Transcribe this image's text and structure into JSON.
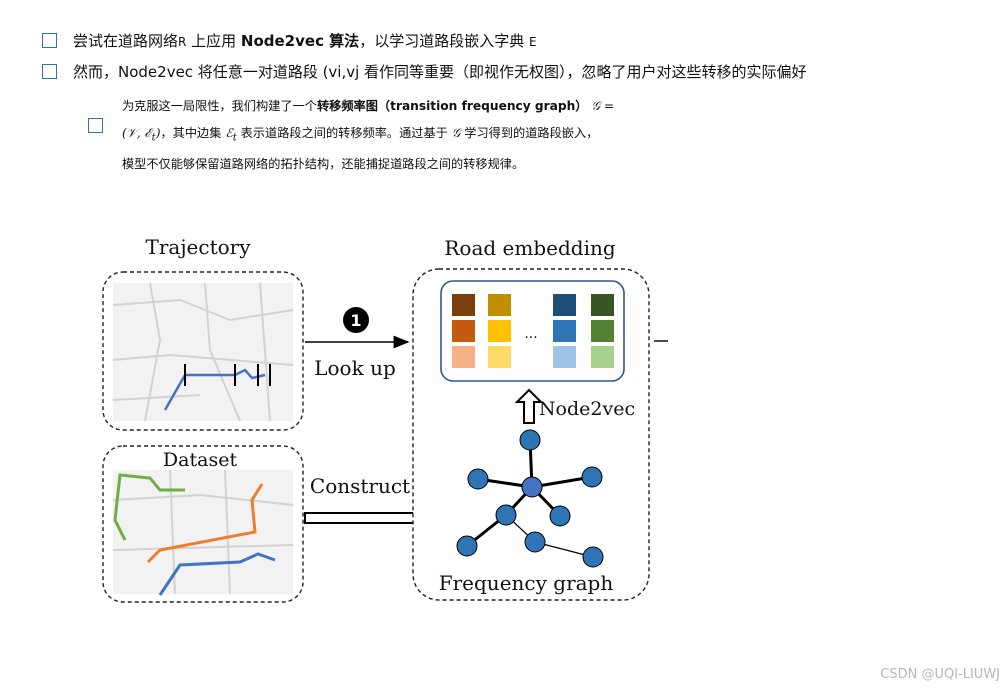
{
  "bullets": [
    {
      "pre": "尝试在道路网络",
      "small": "R",
      "mid": " 上应用 ",
      "bold": "Node2vec 算法",
      "post": "，以学习道路段嵌入字典 ",
      "small2": "E"
    },
    {
      "text": "然而，Node2vec 将任意一对道路段 (vi,vj 看作同等重要（即视作无权图），忽略了用户对这些转移的实际偏好"
    }
  ],
  "paragraph": {
    "l1_pre": "为克服这一局限性，我们构建了一个",
    "l1_bold": "转移频率图（transition frequency graph）",
    "l1_math": "𝒢 =",
    "l2_math": "(𝒱, ℰ",
    "l2_math_sub": "t",
    "l2_math_close": ")",
    "l2_a": "，其中边集 ",
    "l2_math2": "ℰ",
    "l2_math2_sub": "t",
    "l2_b": " 表示道路段之间的转移频率。通过基于 ",
    "l2_math3": "𝒢",
    "l2_c": " 学习得到的道路段嵌入，",
    "l3": "模型不仅能够保留道路网络的拓扑结构，还能捕捉道路段之间的转移规律。"
  },
  "diagram": {
    "trajectory_label": "Trajectory",
    "dataset_label": "Dataset",
    "road_embedding_label": "Road embedding",
    "step_number": "1",
    "lookup_label": "Look up",
    "construct_label": "Construct",
    "node2vec_label": "Node2vec",
    "ellipsis": "...",
    "frequency_graph_label": "Frequency graph",
    "embedding_colors": [
      [
        "#7b3f0e",
        "#c55a11",
        "#f4b183"
      ],
      [
        "#bf8f00",
        "#ffc000",
        "#ffd966"
      ],
      [
        "#1f4e79",
        "#2e75b6",
        "#9dc3e6"
      ],
      [
        "#375623",
        "#548235",
        "#a9d18e"
      ]
    ],
    "colors": {
      "node": "#2e75b6",
      "center_node": "#4472c4",
      "trajectory_blue": "#4472c4",
      "route_green": "#70ad47",
      "route_orange": "#ed7d31",
      "checkbox": "#2e74b5"
    }
  },
  "watermark": "CSDN @UQI-LIUWJ"
}
